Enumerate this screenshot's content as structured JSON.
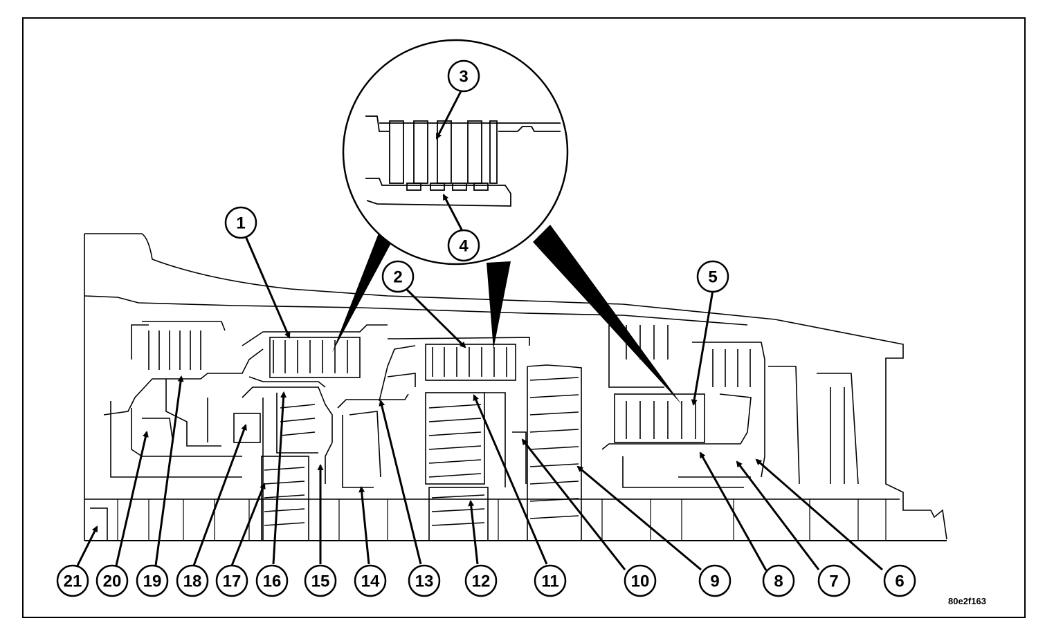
{
  "figure_code": "80e2f163",
  "callouts": [
    "1",
    "2",
    "3",
    "4",
    "5",
    "6",
    "7",
    "8",
    "9",
    "10",
    "11",
    "12",
    "13",
    "14",
    "15",
    "16",
    "17",
    "18",
    "19",
    "20",
    "21"
  ]
}
